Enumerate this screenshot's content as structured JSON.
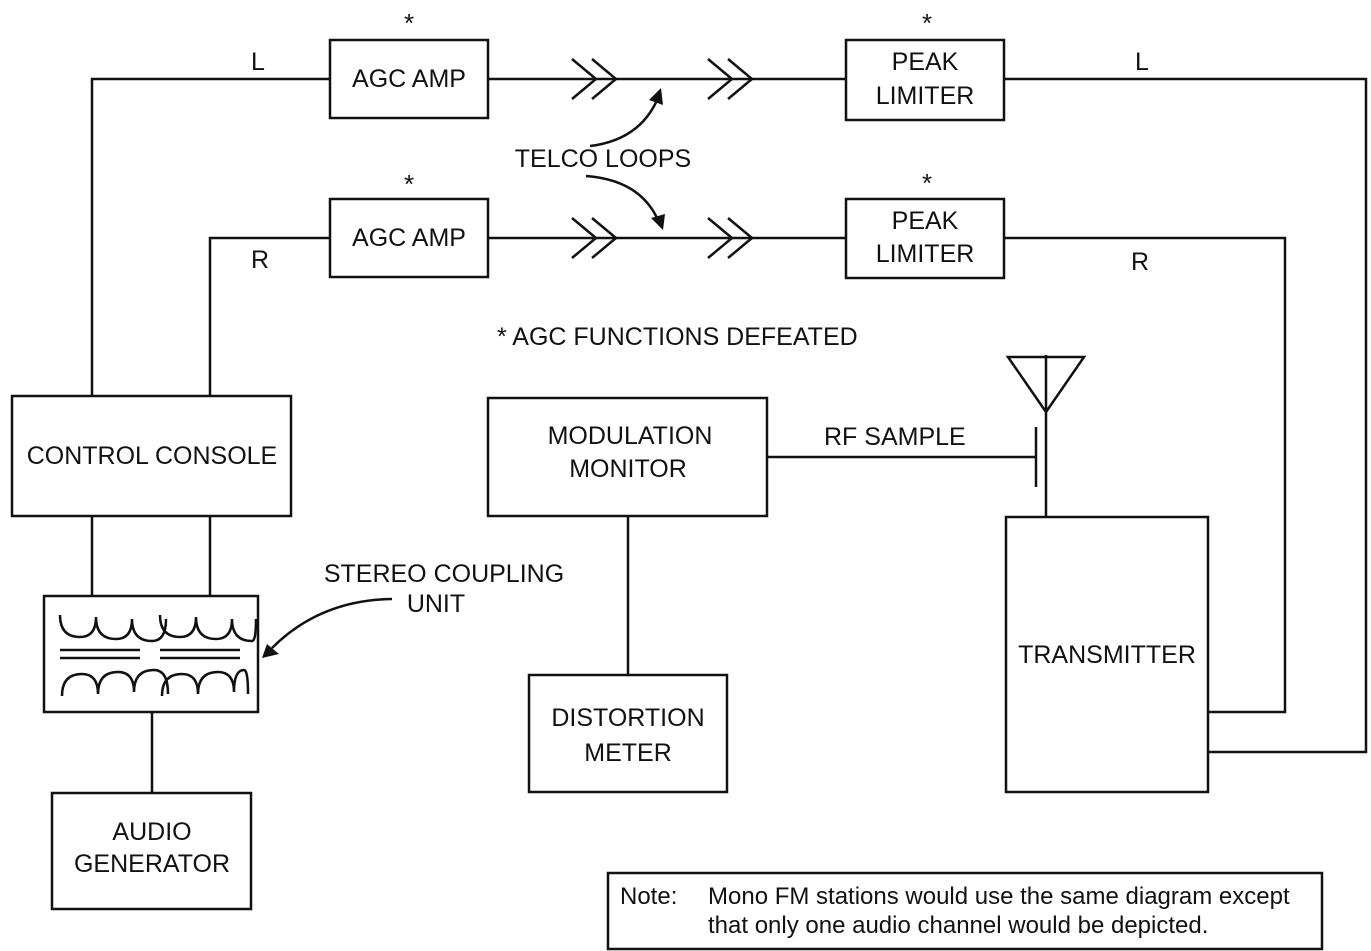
{
  "agc_amp_upper": {
    "label": "AGC AMP",
    "mark": "*"
  },
  "agc_amp_lower": {
    "label": "AGC AMP",
    "mark": "*"
  },
  "peak_limiter_upper": {
    "line1": "PEAK",
    "line2": "LIMITER",
    "mark": "*"
  },
  "peak_limiter_lower": {
    "line1": "PEAK",
    "line2": "LIMITER",
    "mark": "*"
  },
  "channels": {
    "left": "L",
    "right": "R"
  },
  "telco_loops": "TELCO LOOPS",
  "agc_note": "* AGC FUNCTIONS DEFEATED",
  "control_console": "CONTROL CONSOLE",
  "modulation_monitor": {
    "line1": "MODULATION",
    "line2": "MONITOR"
  },
  "rf_sample": "RF SAMPLE",
  "stereo_coupling_unit": {
    "line1": "STEREO COUPLING",
    "line2": "UNIT"
  },
  "transmitter": "TRANSMITTER",
  "distortion_meter": {
    "line1": "DISTORTION",
    "line2": "METER"
  },
  "audio_generator": {
    "line1": "AUDIO",
    "line2": "GENERATOR"
  },
  "note": {
    "prefix": "Note:",
    "line1": "Mono FM stations would use the same diagram except",
    "line2": "that only one audio channel would be depicted."
  }
}
